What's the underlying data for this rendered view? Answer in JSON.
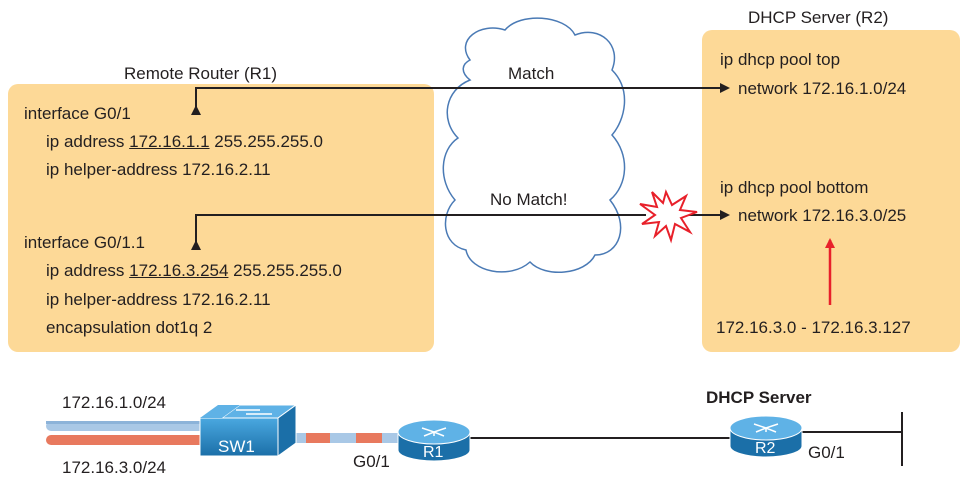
{
  "r1": {
    "title": "Remote Router (R1)",
    "iface1": {
      "name": "interface G0/1",
      "ip_prefix": "ip address",
      "ip": "172.16.1.1",
      "mask": "255.255.255.0",
      "helper": "ip helper-address 172.16.2.11"
    },
    "iface2": {
      "name": "interface G0/1.1",
      "ip_prefix": "ip address",
      "ip": "172.16.3.254",
      "mask": "255.255.255.0",
      "helper": "ip helper-address 172.16.2.11",
      "encap": "encapsulation dot1q 2"
    }
  },
  "r2": {
    "title": "DHCP Server (R2)",
    "pool1": {
      "name": "ip dhcp pool top",
      "network": "network 172.16.1.0/24"
    },
    "pool2": {
      "name": "ip dhcp pool bottom",
      "network": "network 172.16.3.0/25"
    },
    "range": "172.16.3.0 - 172.16.3.127"
  },
  "arrows": {
    "match": "Match",
    "nomatch": "No Match!"
  },
  "topology": {
    "subnet_top": "172.16.1.0/24",
    "subnet_bottom": "172.16.3.0/24",
    "switch": "SW1",
    "router1": "R1",
    "router2": "R2",
    "r1_port": "G0/1",
    "r2_port": "G0/1",
    "server_label": "DHCP Server"
  },
  "colors": {
    "box": "#fdd997",
    "cloud_stroke": "#4a7ab5",
    "vlan_blue": "#a9c8e6",
    "vlan_orange": "#e8795e",
    "device_blue": "#1e7fbf",
    "alert_red": "#e8202a"
  }
}
